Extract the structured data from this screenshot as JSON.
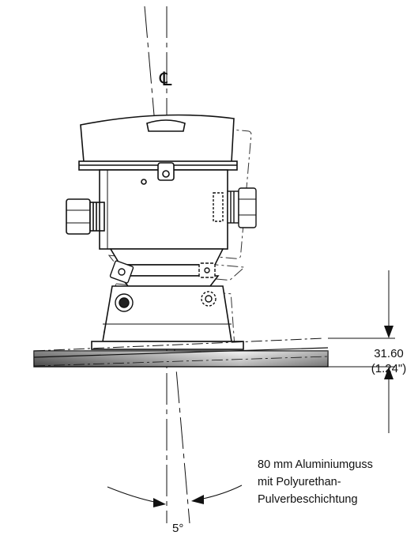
{
  "centerline_symbol": "℄",
  "dimension": {
    "metric": "31.60",
    "imperial": "(1.24\")"
  },
  "note": {
    "line1": "80 mm Aluminiumguss",
    "line2": "mit Polyurethan-",
    "line3": "Pulverbeschichtung"
  },
  "angle_label": "5°",
  "colors": {
    "line": "#111111",
    "flange_dark": "#6f6f6f",
    "flange_light": "#e6e6e6",
    "background": "#ffffff"
  },
  "icons": [
    "centerline-symbol",
    "dimension-arrow-down",
    "dimension-arrow-up",
    "angle-arrow-left",
    "angle-arrow-right"
  ]
}
